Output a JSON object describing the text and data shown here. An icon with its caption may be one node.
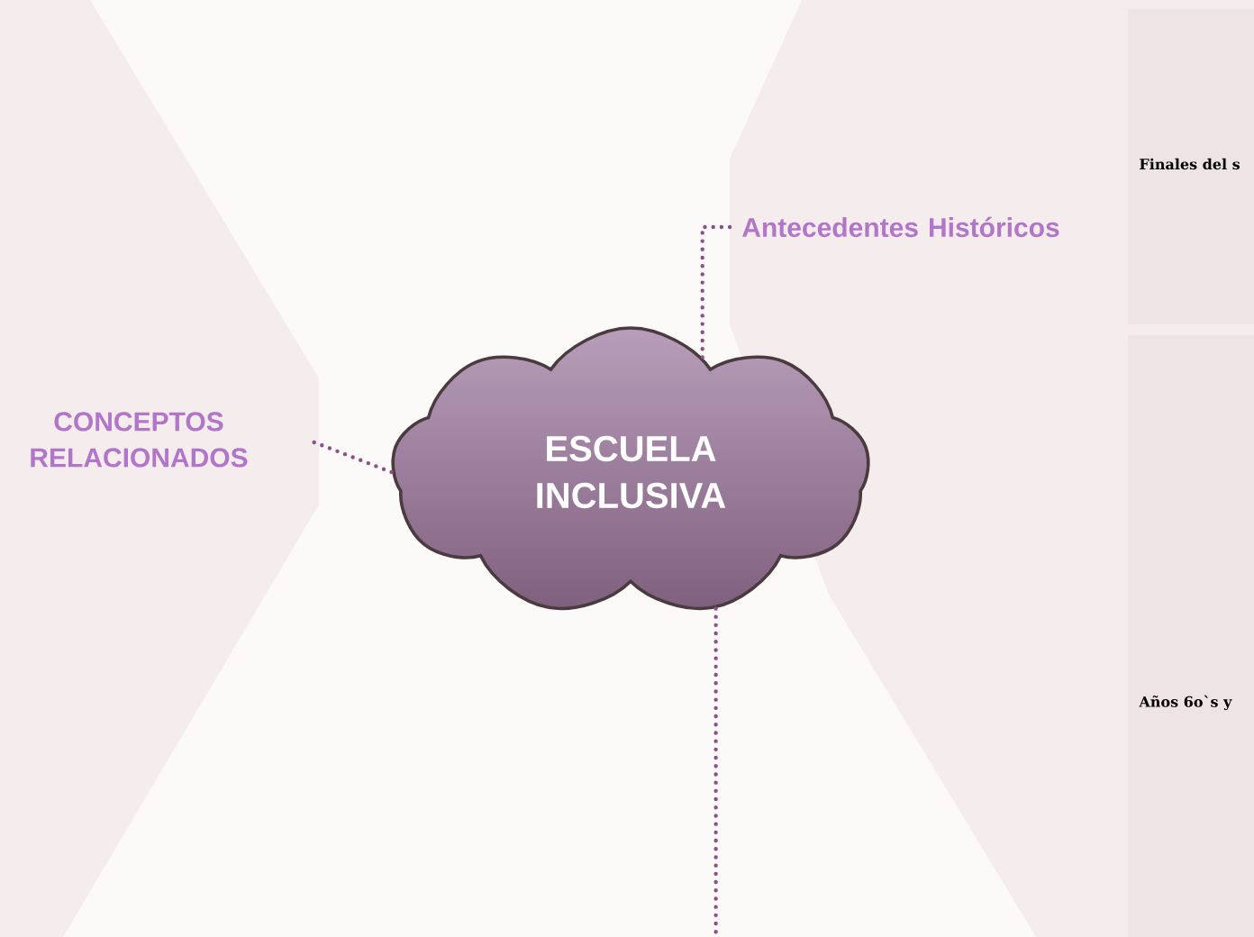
{
  "diagram": {
    "nodes": [
      {
        "text": [
          "ESCUELA INCLUSIVA"
        ]
      },
      {
        "text": [
          "CONCEPTOS RELACIONADOS"
        ]
      },
      {
        "text": [
          "Antecedentes Históricos"
        ]
      },
      {
        "text": [
          "Finales del s"
        ]
      },
      {
        "text": [
          "Años 6o`s y"
        ]
      }
    ],
    "edges": [
      {
        "from": 0,
        "to": 1,
        "arrow": "none"
      },
      {
        "from": 0,
        "to": 2,
        "arrow": "none"
      },
      {
        "from": 0,
        "to": null,
        "arrow": "none"
      }
    ]
  }
}
